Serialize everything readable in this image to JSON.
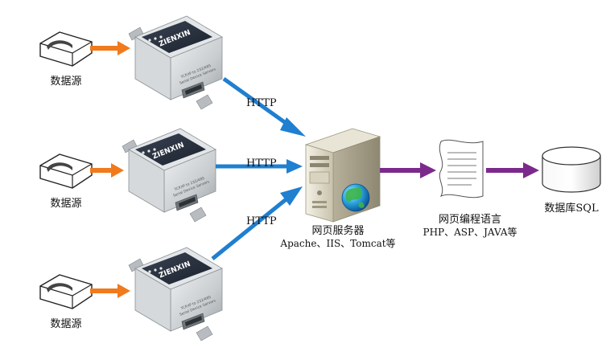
{
  "sources": [
    {
      "label": "数据源"
    },
    {
      "label": "数据源"
    },
    {
      "label": "数据源"
    }
  ],
  "devices": [
    {
      "brand": "ZIENXIN",
      "model": "TCP/IP to 232/485",
      "subtitle": "Serial Device Servers"
    },
    {
      "brand": "ZIENXIN",
      "model": "TCP/IP to 232/485",
      "subtitle": "Serial Device Servers"
    },
    {
      "brand": "ZIENXIN",
      "model": "TCP/IP to 232/485",
      "subtitle": "Serial Device Servers"
    }
  ],
  "links": [
    {
      "label": "HTTP"
    },
    {
      "label": "HTTP"
    },
    {
      "label": "HTTP"
    }
  ],
  "server": {
    "title": "网页服务器",
    "subtitle": "Apache、IIS、Tomcat等"
  },
  "language": {
    "title": "网页编程语言",
    "subtitle": "PHP、ASP、JAVA等"
  },
  "database": {
    "title": "数据库SQL"
  },
  "colors": {
    "source_arrow": "#f07a1c",
    "http_arrow": "#1f7fd0",
    "purple_arrow": "#7b2a8c",
    "device_body": "#cfd3d6",
    "device_face": "#2a3140"
  },
  "icons": [
    "disk-drive-icon",
    "serial-device-server-icon",
    "server-tower-icon",
    "globe-icon",
    "document-scroll-icon",
    "database-cylinder-icon"
  ]
}
